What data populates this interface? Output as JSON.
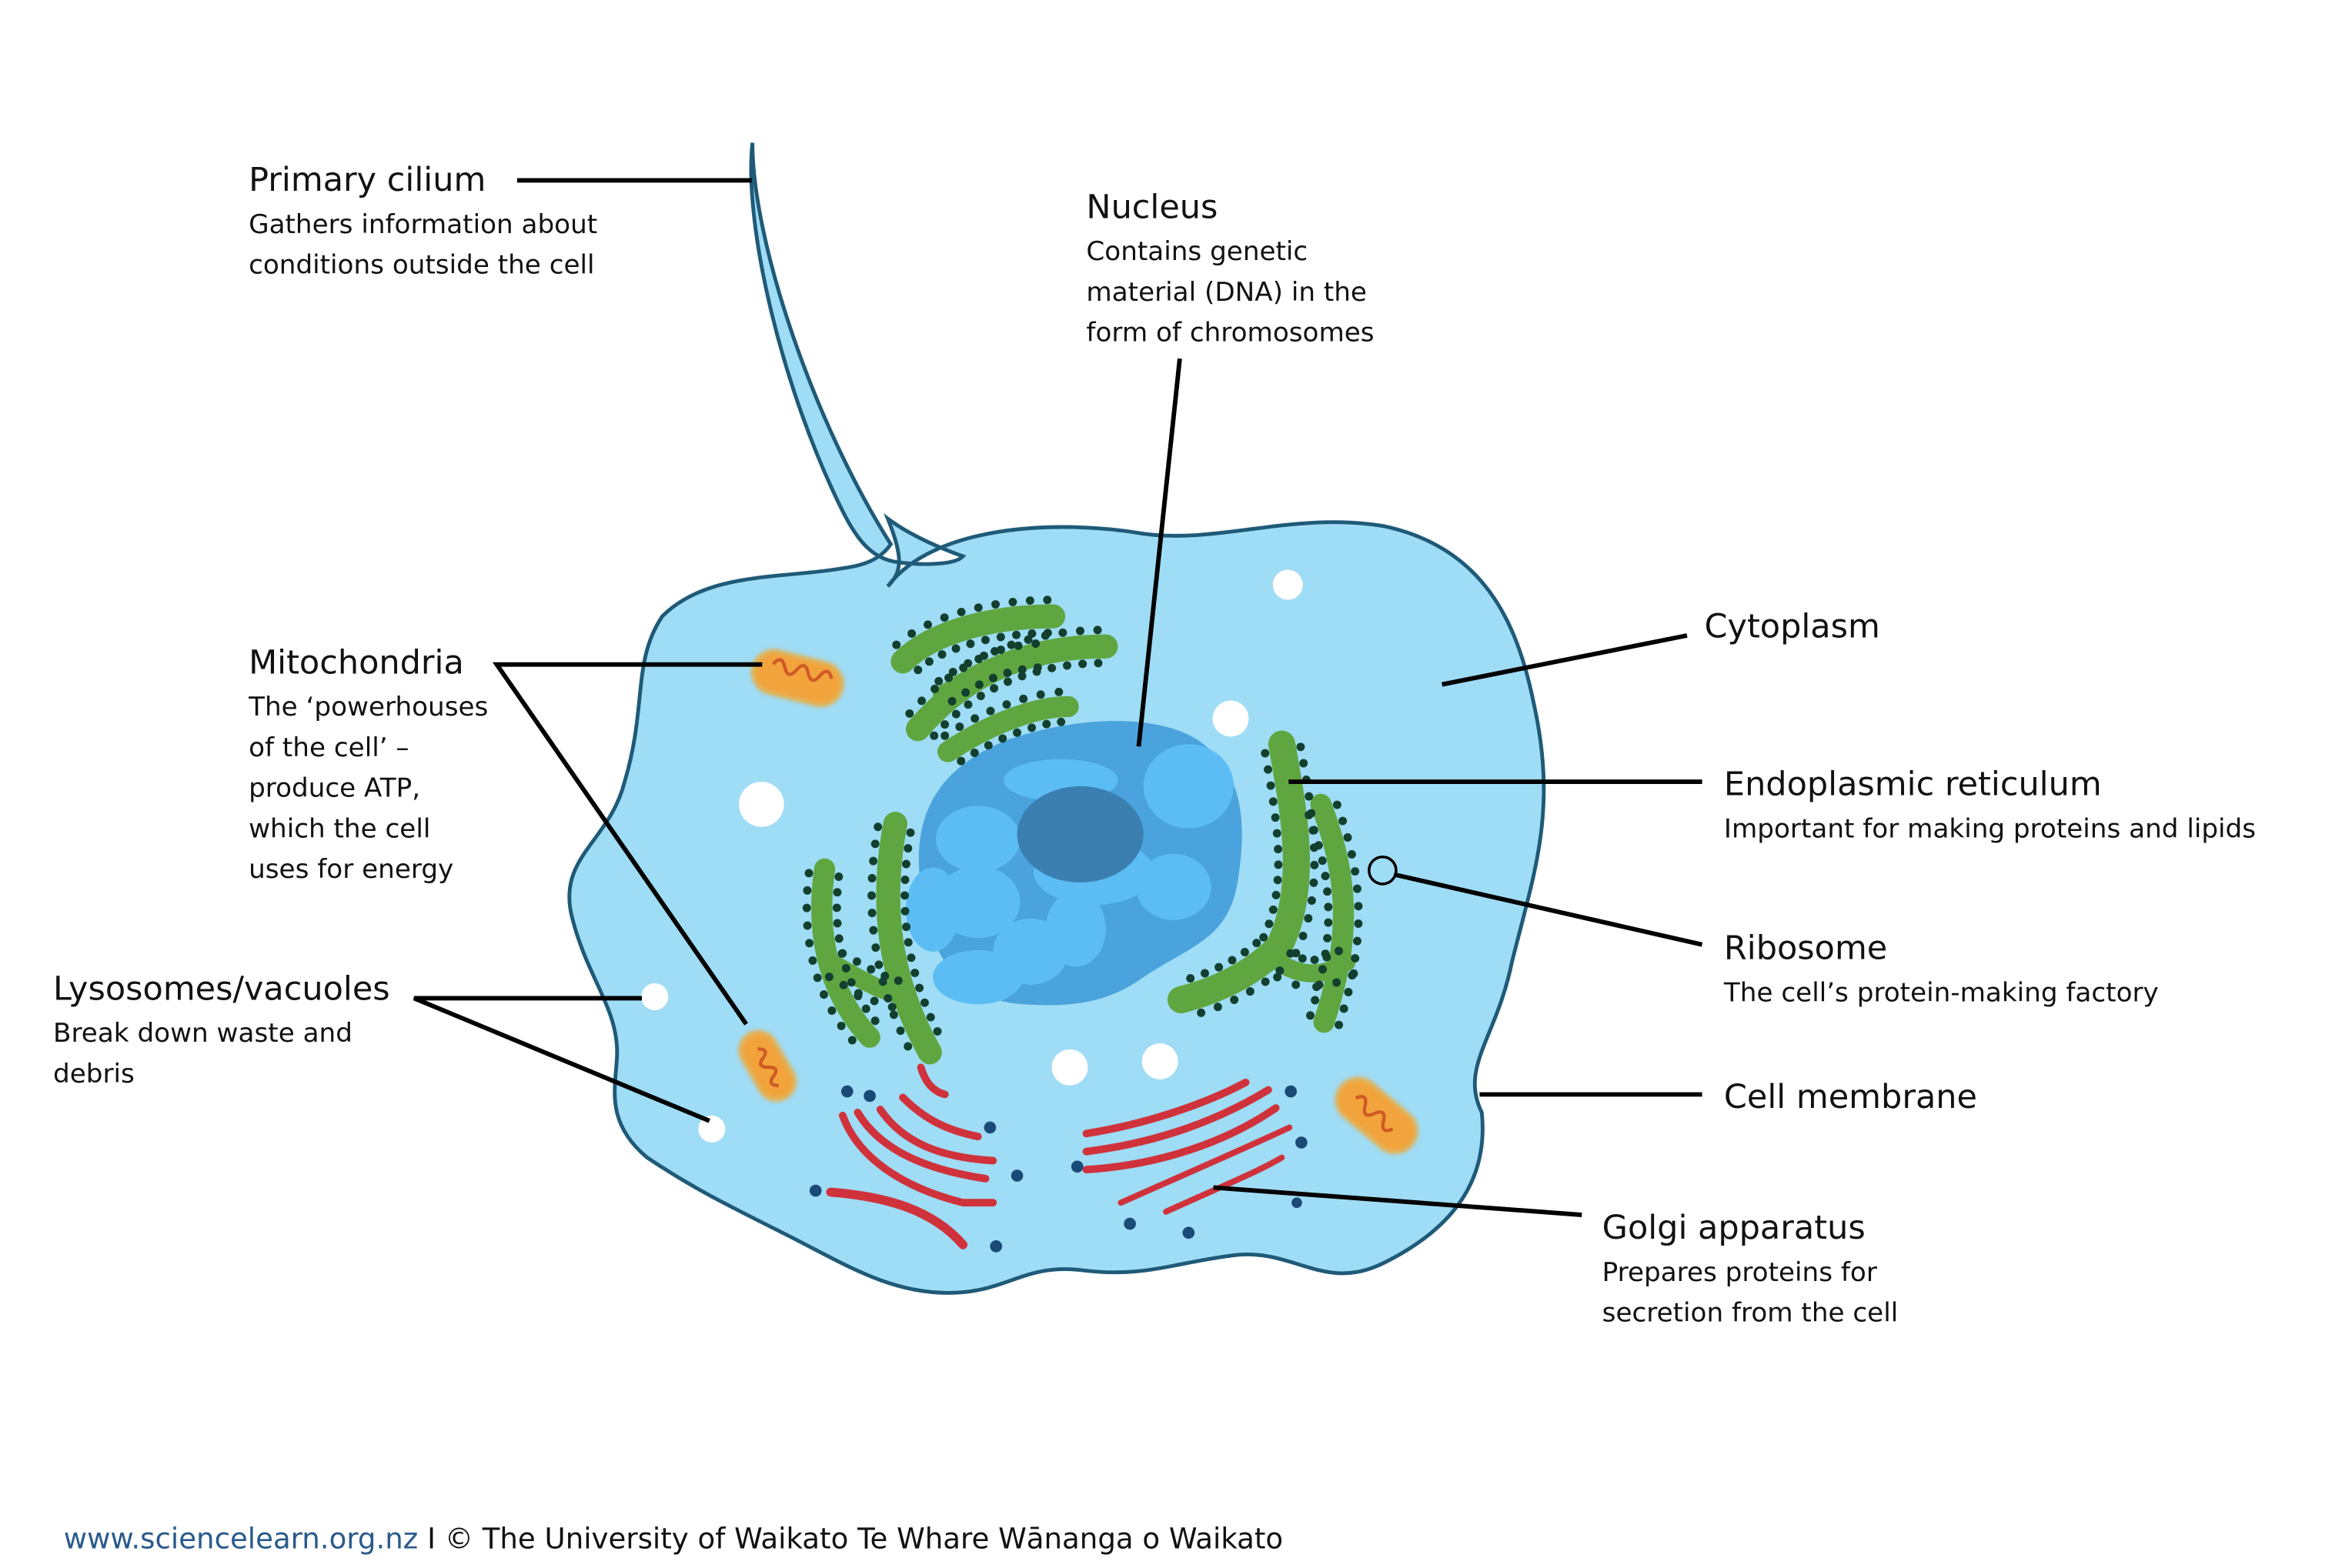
{
  "diagram": {
    "subject": "Animal cell",
    "colors": {
      "cytoplasm": "#9fdcf5",
      "membrane": "#1f5a78",
      "nucleus": "#4aa3dc",
      "chromatin": "#5bbdf4",
      "nucleolus": "#3a7fb0",
      "er": "#5fa640",
      "ribosome": "#123f2e",
      "golgi": "#d0323c",
      "vesicle": "#1a4a78",
      "mitochondria_fill": "#f2a33a",
      "mitochondria_inner": "#cf5a26",
      "vacuole": "#ffffff",
      "footer_link": "#2a5a8c"
    },
    "labels": [
      {
        "id": "primary-cilium",
        "title": "Primary cilium",
        "description": [
          "Gathers information about",
          "conditions outside the cell"
        ]
      },
      {
        "id": "nucleus",
        "title": "Nucleus",
        "description": [
          "Contains genetic",
          "material (DNA) in the",
          "form of chromosomes"
        ]
      },
      {
        "id": "cytoplasm",
        "title": "Cytoplasm",
        "description": []
      },
      {
        "id": "mitochondria",
        "title": "Mitochondria",
        "description": [
          "The ‘powerhouses",
          "of the cell’ –",
          "produce ATP,",
          "which the cell",
          "uses for energy"
        ]
      },
      {
        "id": "endoplasmic-reticulum",
        "title": "Endoplasmic reticulum",
        "description": [
          "Important for making proteins and lipids"
        ]
      },
      {
        "id": "ribosome",
        "title": "Ribosome",
        "description": [
          "The cell’s protein-making factory"
        ]
      },
      {
        "id": "lysosomes-vacuoles",
        "title": "Lysosomes/vacuoles",
        "description": [
          "Break down waste and",
          "debris"
        ]
      },
      {
        "id": "cell-membrane",
        "title": "Cell membrane",
        "description": []
      },
      {
        "id": "golgi-apparatus",
        "title": "Golgi apparatus",
        "description": [
          "Prepares proteins for",
          "secretion from the cell"
        ]
      }
    ]
  },
  "footer": {
    "link": "www.sciencelearn.org.nz",
    "separator": " I ",
    "copyright": "© The University of Waikato Te Whare Wānanga o Waikato"
  }
}
